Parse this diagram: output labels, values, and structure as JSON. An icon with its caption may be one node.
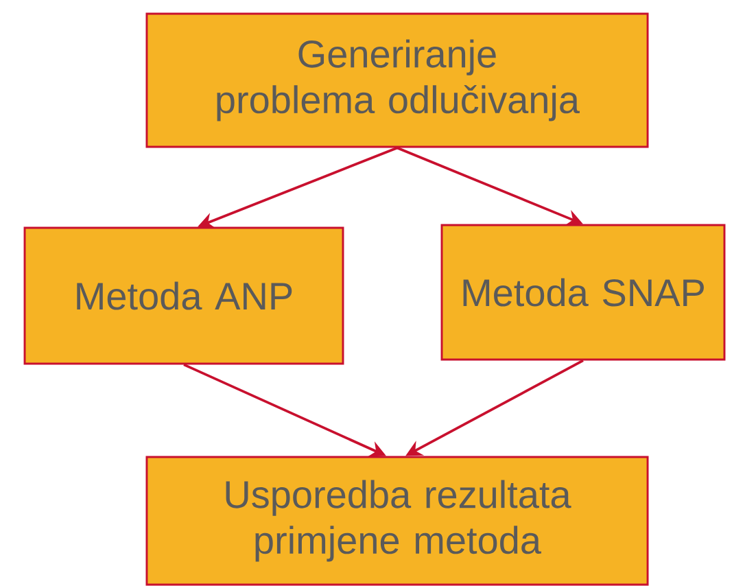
{
  "diagram": {
    "nodes": [
      {
        "text": [
          "Generiranje problema odlučivanja"
        ]
      },
      {
        "text": [
          "Metoda ANP"
        ]
      },
      {
        "text": [
          "Metoda SNAP"
        ]
      },
      {
        "text": [
          "Usporedba rezultata primjene metoda"
        ]
      }
    ],
    "edges": [
      {
        "from": 0,
        "to": 1,
        "arrow": "to"
      },
      {
        "from": 0,
        "to": 2,
        "arrow": "to"
      },
      {
        "from": 1,
        "to": 3,
        "arrow": "to"
      },
      {
        "from": 2,
        "to": 3,
        "arrow": "to"
      }
    ]
  }
}
